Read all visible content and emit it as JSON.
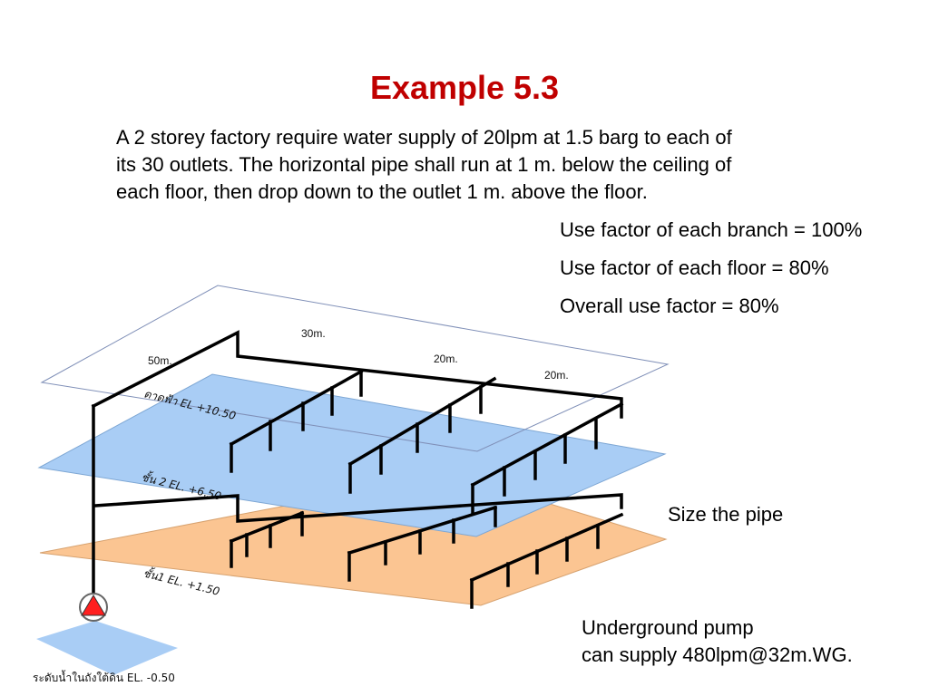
{
  "title": "Example 5.3",
  "problem": {
    "line1": "A 2 storey factory require water supply of 20lpm at 1.5 barg to each of",
    "line2": "its 30 outlets. The horizontal pipe shall run at 1 m. below the ceiling of",
    "line3": "each floor, then drop down to the outlet 1 m. above the floor."
  },
  "factors": {
    "branch": "Use factor of each branch  = 100%",
    "floor": "Use factor of each floor  = 80%",
    "overall": "Overall use factor = 80%"
  },
  "task": "Size the pipe",
  "pump": {
    "line1": "Underground pump",
    "line2": "can supply 480lpm@32m.WG."
  },
  "diagram": {
    "dimensions": {
      "d30": "30m.",
      "d50": "50m.",
      "d20a": "20m.",
      "d20b": "20m."
    },
    "levels": {
      "roof": "ดาดฟ้า EL +10.50",
      "floor2": "ชั้น 2 EL. +6.50",
      "floor1": "ชั้น1 EL. +1.50",
      "tank": "ระดับน้ำในถังใต้ดิน EL. -0.50"
    },
    "colors": {
      "roof_plane": "#ffffff",
      "floor2_plane": "#a9cdf5",
      "floor1_plane": "#fbc592",
      "tank_plane": "#a9cdf5",
      "pump": "#ff1f1f",
      "pipe": "#000000"
    }
  }
}
